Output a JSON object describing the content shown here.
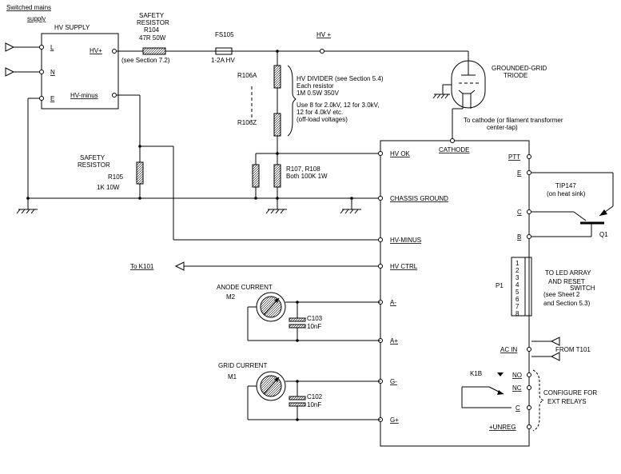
{
  "supply": {
    "switched_mains": "Switched mains",
    "supply_word": "supply",
    "hv_supply": "HV SUPPLY",
    "pin_l": "L",
    "pin_n": "N",
    "pin_e": "E",
    "hv_plus": "HV+",
    "hv_minus": "HV-minus"
  },
  "r104": {
    "line1": "SAFETY",
    "line2": "RESISTOR",
    "name": "R104",
    "value": "47R 50W",
    "note": "(see Section 7.2)"
  },
  "fs105": {
    "name": "FS105",
    "value": "1-2A HV"
  },
  "hv_plus_label": "HV +",
  "triode": {
    "line1": "GROUNDED-GRID",
    "line2": "TRIODE"
  },
  "cathode_note": {
    "line1": "To cathode (or filament transformer",
    "line2": "center-tap)"
  },
  "divider": {
    "r106a": "R106A",
    "r106z": "R106Z",
    "title": "HV DIVIDER (see Section 5.4)",
    "each": "Each resistor",
    "spec": "1M 0.5W 350V",
    "use1": "Use 8 for 2.0kV, 12 for 3.0kV,",
    "use2": "12 for 4.0kV  etc.",
    "use3": "(off-load voltages)"
  },
  "r105": {
    "line1": "SAFETY",
    "line2": "RESISTOR",
    "name": "R105",
    "value": "1K 10W"
  },
  "r107": {
    "name": "R107, R108",
    "value": "Both 100K 1W"
  },
  "board": {
    "cathode": "CATHODE",
    "hv_ok": "HV OK",
    "chassis_ground": "CHASSIS GROUND",
    "hv_minus": "HV-MINUS",
    "hv_ctrl": "HV CTRL",
    "a_minus": "A-",
    "a_plus": "A+",
    "g_minus": "G-",
    "g_plus": "G+",
    "ptt": "PTT",
    "e": "E",
    "c": "C",
    "b": "B",
    "ac_in": "AC IN",
    "no": "NO",
    "nc": "NC",
    "c2": "C",
    "unreg": "+UNREG"
  },
  "to_k101": "To K101",
  "anode_meter": {
    "title": "ANODE CURRENT",
    "name": "M2",
    "cap": "C103",
    "cap_value": "10nF"
  },
  "grid_meter": {
    "title": "GRID CURRENT",
    "name": "M1",
    "cap": "C102",
    "cap_value": "10nF"
  },
  "tip147": {
    "line1": "TIP147",
    "line2": "(on heat sink)",
    "name": "Q1"
  },
  "p1": {
    "name": "P1",
    "pins": [
      "1",
      "2",
      "3",
      "4",
      "5",
      "6",
      "7",
      "8"
    ],
    "line1": "TO LED ARRAY",
    "line2": "AND RESET",
    "line3": "SWITCH",
    "line4": "(see Sheet 2",
    "line5": "and Section 5.3)"
  },
  "from_t101": "FROM T101",
  "k1b": "K1B",
  "configure": {
    "line1": "CONFIGURE FOR",
    "line2": "EXT RELAYS"
  }
}
